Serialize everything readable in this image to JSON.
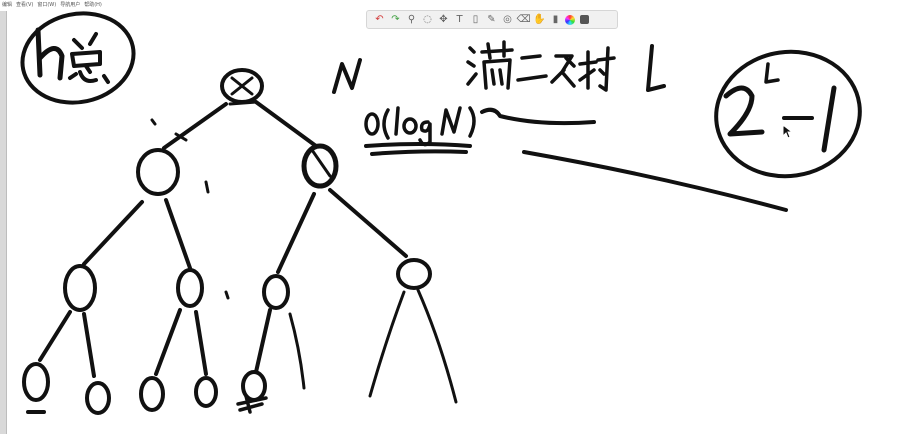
{
  "menu": {
    "items": [
      "编辑",
      "查看(V)",
      "窗口(W)",
      "导航用户",
      "帮助(H)"
    ]
  },
  "toolbar": {
    "tools": [
      {
        "name": "undo-icon",
        "glyph": "↶",
        "color": "#d23b3b"
      },
      {
        "name": "redo-icon",
        "glyph": "↷",
        "color": "#41a043"
      },
      {
        "name": "zoom-icon",
        "glyph": "⚲"
      },
      {
        "name": "lasso-icon",
        "glyph": "◌"
      },
      {
        "name": "move-icon",
        "glyph": "✥"
      },
      {
        "name": "text-tool-icon",
        "glyph": "T"
      },
      {
        "name": "page-icon",
        "glyph": "▯"
      },
      {
        "name": "pen-icon",
        "glyph": "✎"
      },
      {
        "name": "target-icon",
        "glyph": "◎"
      },
      {
        "name": "eraser-icon",
        "glyph": "⌫"
      },
      {
        "name": "hand-icon",
        "glyph": "✋"
      },
      {
        "name": "highlighter-icon",
        "glyph": "▮"
      },
      {
        "name": "color-wheel-icon",
        "glyph": ""
      },
      {
        "name": "fill-square-icon",
        "glyph": ""
      }
    ]
  },
  "canvas": {
    "background": "#ffffff",
    "ink": "#111111"
  }
}
